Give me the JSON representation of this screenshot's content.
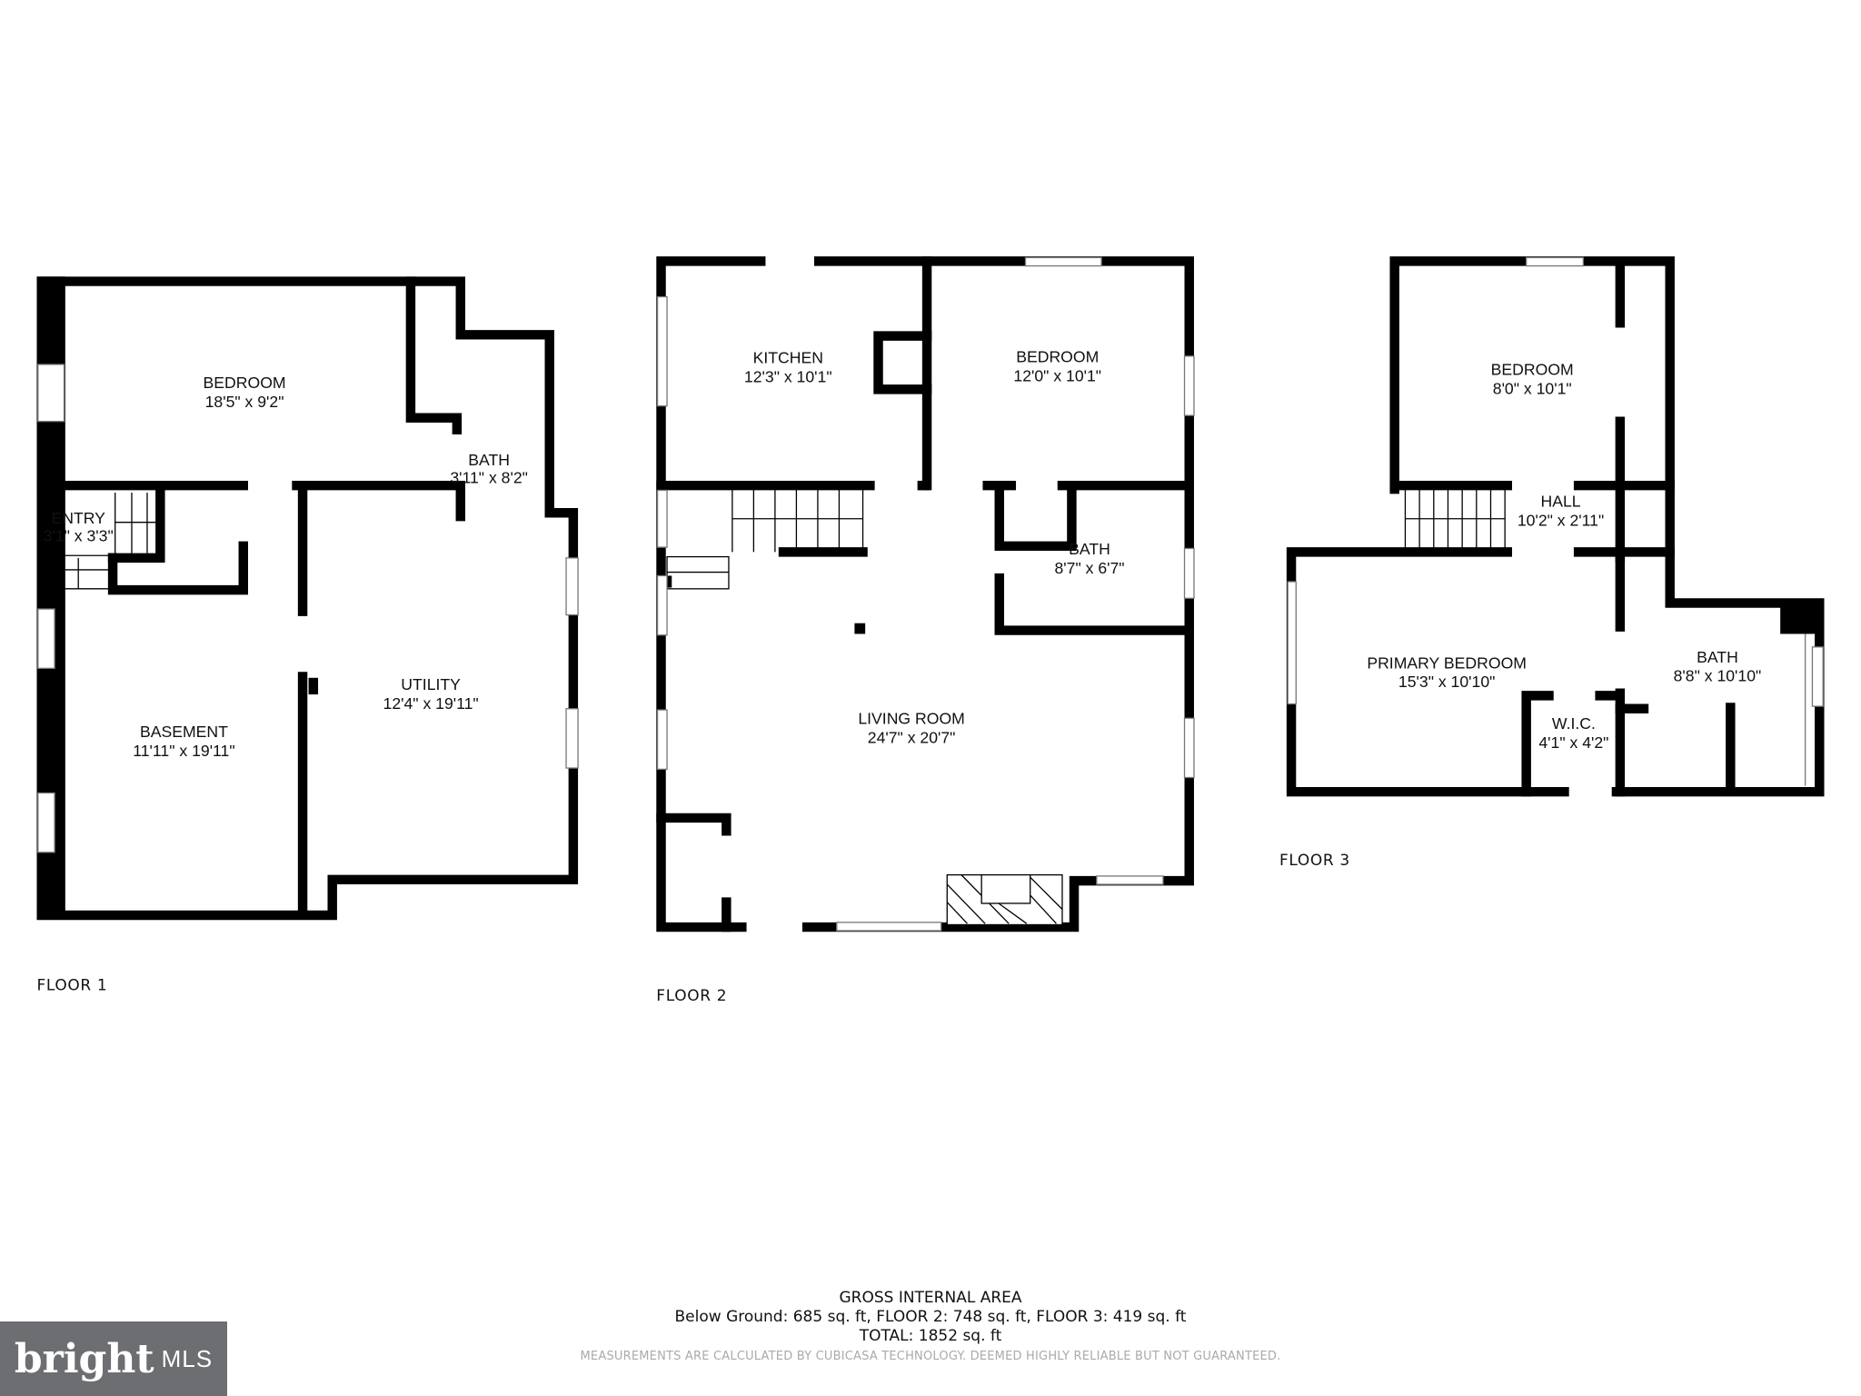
{
  "floors": [
    {
      "label": "FLOOR 1",
      "rooms": [
        {
          "name": "BEDROOM",
          "dims": "18'5\" x 9'2\""
        },
        {
          "name": "BATH",
          "dims": "3'11\" x 8'2\""
        },
        {
          "name": "ENTRY",
          "dims": "3'1\" x 3'3\""
        },
        {
          "name": "BASEMENT",
          "dims": "11'11\" x 19'11\""
        },
        {
          "name": "UTILITY",
          "dims": "12'4\" x 19'11\""
        }
      ]
    },
    {
      "label": "FLOOR 2",
      "rooms": [
        {
          "name": "KITCHEN",
          "dims": "12'3\" x 10'1\""
        },
        {
          "name": "BEDROOM",
          "dims": "12'0\" x 10'1\""
        },
        {
          "name": "BATH",
          "dims": "8'7\" x 6'7\""
        },
        {
          "name": "LIVING ROOM",
          "dims": "24'7\" x 20'7\""
        }
      ]
    },
    {
      "label": "FLOOR 3",
      "rooms": [
        {
          "name": "BEDROOM",
          "dims": "8'0\" x 10'1\""
        },
        {
          "name": "HALL",
          "dims": "10'2\" x 2'11\""
        },
        {
          "name": "PRIMARY BEDROOM",
          "dims": "15'3\" x 10'10\""
        },
        {
          "name": "BATH",
          "dims": "8'8\" x 10'10\""
        },
        {
          "name": "W.I.C.",
          "dims": "4'1\" x 4'2\""
        }
      ]
    }
  ],
  "area": {
    "title": "GROSS INTERNAL AREA",
    "breakdown": "Below Ground: 685 sq. ft, FLOOR 2: 748 sq. ft, FLOOR 3: 419 sq. ft",
    "total": "TOTAL: 1852 sq. ft",
    "disclaimer": "MEASUREMENTS ARE CALCULATED BY CUBICASA TECHNOLOGY. DEEMED HIGHLY RELIABLE BUT NOT GUARANTEED."
  },
  "logo": {
    "text": "bright MLS",
    "brand": "bright",
    "suffix": "MLS",
    "color": "#6d6e71"
  }
}
